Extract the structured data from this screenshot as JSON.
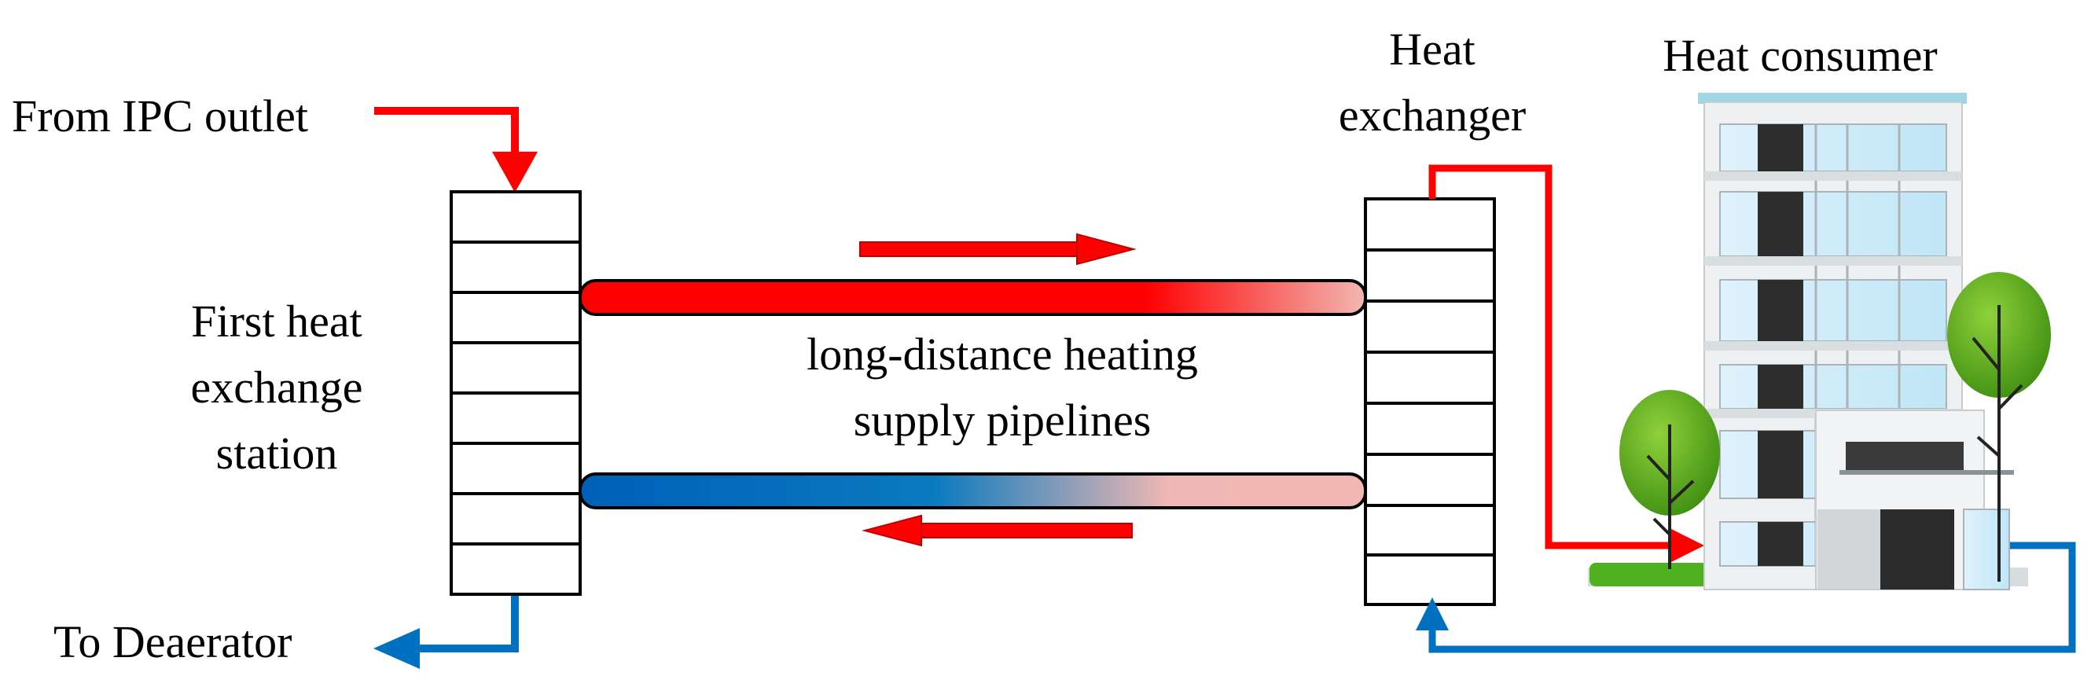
{
  "labels": {
    "from_ipc": "From IPC outlet",
    "to_deaerator": "To Deaerator",
    "first_station_line1": "First heat",
    "first_station_line2": "exchange",
    "first_station_line3": "station",
    "heat_exchanger_line1": "Heat",
    "heat_exchanger_line2": "exchanger",
    "heat_consumer": "Heat consumer",
    "pipelines_line1": "long-distance heating",
    "pipelines_line2": "supply pipelines"
  },
  "colors": {
    "hot": "#ff0000",
    "cold": "#0070c0",
    "warm_end": "#f2b7b2",
    "outline": "#000000",
    "tree": "#5aa81c",
    "building": "#e9ecee"
  },
  "icons": [
    "building-icon",
    "tree-icon"
  ]
}
